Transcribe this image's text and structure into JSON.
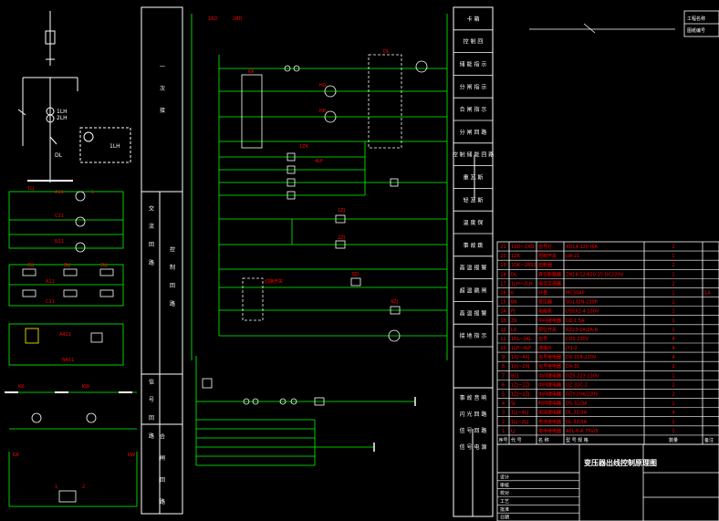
{
  "colors": {
    "background": "#000000",
    "wire": "#00ff00",
    "frame": "#ffffff",
    "label": "#ff0000",
    "table_text": "#ff0000",
    "accent": "#ffff00"
  },
  "title_block": {
    "drawing_title": "变压器出线控制原理图"
  },
  "left_column": {
    "top_label": "一 次 接",
    "sections": [
      "交 流 回 路",
      "控 制 回 路",
      "信 号 回 路",
      "合 闸 回 路"
    ]
  },
  "right_function_column": [
    "卡 箱",
    "控 制 回",
    "储 能 指 示",
    "分 闸 指 示",
    "合 闸 指 示",
    "分 闸 回 路",
    "控 制 储 能 回 路",
    "重 瓦 斯",
    "轻 瓦 斯",
    "温 度 保",
    "事 故 跳",
    "高 温 报 警",
    "超 温 跳 闸",
    "高 温 报 警",
    "接 地 指 示"
  ],
  "right_lower_column": [
    "事 故 音 响",
    "闪 光 回 路",
    "信 号 回 路",
    "信 号 电 源"
  ],
  "relay_labels": [
    "KK",
    "DL",
    "SBB",
    "SQ",
    "1LH",
    "2LH",
    "DL"
  ],
  "equipment_table": {
    "headers": [
      "序号",
      "代 号",
      "名 称",
      "型 号 规 格",
      "数量",
      "备注"
    ],
    "rows": [
      [
        "21",
        "1XD~2XD",
        "信号灯",
        "XD14-220 /6A",
        "2",
        ""
      ],
      [
        "20",
        "1ZK",
        "控制开关",
        "LW-21",
        "1",
        ""
      ],
      [
        "19",
        "1DK~2RS2",
        "熔断器",
        "",
        "2",
        ""
      ],
      [
        "18",
        "DL",
        "真空断路器",
        "ZN18-12/630-25 DC220V",
        "1",
        ""
      ],
      [
        "17",
        "1LH~2LH",
        "电流互感器",
        "",
        "2",
        ""
      ],
      [
        "16",
        "K",
        "计量",
        "MC30AP",
        "1",
        "1A"
      ],
      [
        "15",
        "BK",
        "变压器",
        "SG132N-230P",
        "1",
        ""
      ],
      [
        "14",
        "PJ",
        "电能表",
        "DSSX2-4 100V",
        "1",
        ""
      ],
      [
        "13",
        "ZK",
        "中间继电器",
        "DZ-1.5A",
        "1",
        ""
      ],
      [
        "12",
        "LX",
        "限位开关",
        "RZ23-2A/2A-R",
        "1",
        ""
      ],
      [
        "11",
        "1KL~2KL",
        "信号",
        "CDS 230V",
        "4",
        ""
      ],
      [
        "10",
        "1LP~4LP",
        "连接片",
        "JY1-2",
        "4",
        ""
      ],
      [
        "9",
        "1XJ~4XJ",
        "信号继电器",
        "DX-31B-220V",
        "4",
        ""
      ],
      [
        "8",
        "1XJ~2XJ",
        "信号继电器",
        "DX-31",
        "2",
        ""
      ],
      [
        "7",
        "BCJ",
        "中间继电器",
        "DZS-223 220V",
        "1",
        ""
      ],
      [
        "6",
        "1ZJ~2ZJ",
        "中间继电器",
        "DZ-32C-2",
        "2",
        ""
      ],
      [
        "5",
        "1ZJ~2ZJ",
        "中间继电器",
        "DZY-204/220V",
        "2",
        ""
      ],
      [
        "4",
        "SJ",
        "时间继电器",
        "DS-32/3A",
        "1",
        ""
      ],
      [
        "3",
        "1LJ~4LJ",
        "电流继电器",
        "DL-32/3A",
        "4",
        ""
      ],
      [
        "2",
        "1LJ~2LJ",
        "电流继电器",
        "DL-32/3A",
        "2",
        ""
      ],
      [
        "1",
        "LJ",
        "零序继电器",
        "A0L-6-A 75V/5",
        "1",
        ""
      ]
    ]
  },
  "sign_block": [
    "设计",
    "审核",
    "校对",
    "工艺",
    "批准",
    "日期"
  ],
  "note_block": [
    "工程名称",
    "图纸编号"
  ]
}
